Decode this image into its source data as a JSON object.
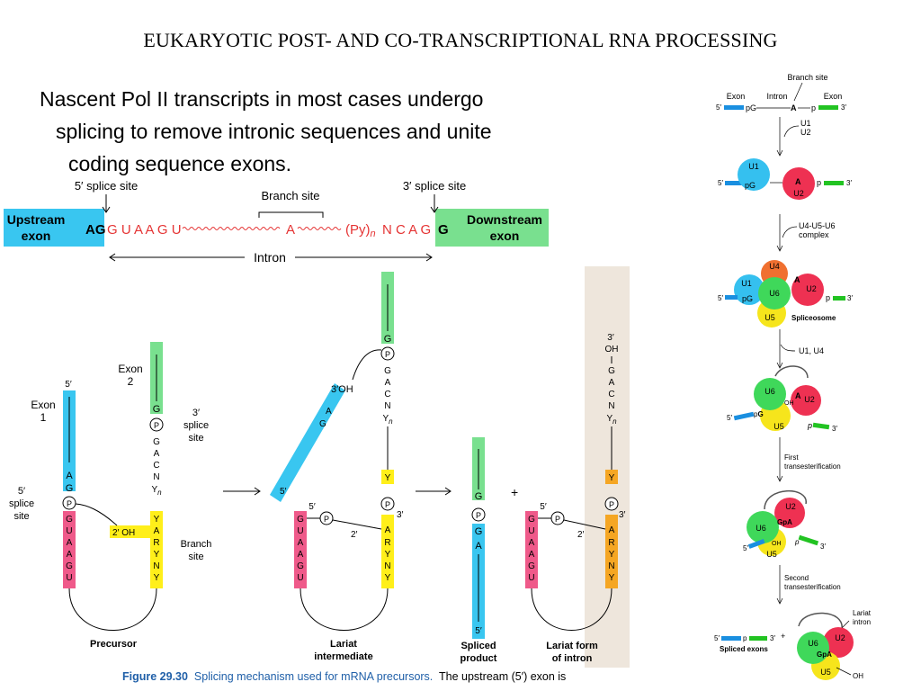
{
  "title": "EUKARYOTIC POST- AND CO-TRANSCRIPTIONAL RNA PROCESSING",
  "intro": {
    "line1": "Nascent Pol II transcripts in most cases undergo",
    "line2": "splicing to remove intronic sequences and unite",
    "line3": "coding sequence exons."
  },
  "consensus": {
    "five_prime_splice_site": "5′ splice site",
    "three_prime_splice_site": "3′ splice site",
    "branch_site": "Branch site",
    "upstream_exon_l1": "Upstream",
    "upstream_exon_l2": "exon",
    "downstream_exon_l1": "Downstream",
    "downstream_exon_l2": "exon",
    "ag": "AG",
    "guaagu": "G U A A G U",
    "branch_a": "A",
    "py": "(Py)",
    "py_n": "n",
    "ncag": "N C A G",
    "g": "G",
    "intron": "Intron"
  },
  "figure": {
    "exon1_l1": "Exon",
    "exon1_l2": "1",
    "exon2_l1": "Exon",
    "exon2_l2": "2",
    "splice5_l1": "5′",
    "splice5_l2": "splice",
    "splice5_l3": "site",
    "splice3_l1": "3′",
    "splice3_l2": "splice",
    "splice3_l3": "site",
    "branch_l1": "Branch",
    "branch_l2": "site",
    "oh_2": "2′ OH",
    "oh_3": "3′OH",
    "oh_3b": "3′",
    "oh_3c": "OH",
    "p": "P",
    "prime3": "3′",
    "prime5": "5′",
    "prime2": "2′",
    "plus": "+",
    "precursor": "Precursor",
    "lariat_l1": "Lariat",
    "lariat_l2": "intermediate",
    "spliced_l1": "Spliced",
    "spliced_l2": "product",
    "lariat_form_l1": "Lariat form",
    "lariat_form_l2": "of intron",
    "caption_fig": "Figure 29.30",
    "caption_desc": "Splicing mechanism used for mRNA precursors.",
    "caption_rest": "The upstream (5′) exon is"
  },
  "spliceosome": {
    "branch_site": "Branch site",
    "exon_left": "Exon",
    "intron": "Intron",
    "exon_right": "Exon",
    "five": "5′",
    "three": "3′",
    "pg": "pG",
    "a": "A",
    "p": "p",
    "u1_u2": "U1\nU2",
    "u1": "U1",
    "u2": "U2",
    "u4": "U4",
    "u5": "U5",
    "u6": "U6",
    "u4u5u6_l1": "U4-U5-U6",
    "u4u5u6_l2": "complex",
    "spliceosome": "Spliceosome",
    "u1u4": "U1, U4",
    "oh": "OH",
    "g": "G",
    "gp": "Gp",
    "gpa": "GpA",
    "first_l1": "First",
    "first_l2": "transesterification",
    "second_l1": "Second",
    "second_l2": "transesterification",
    "lariat_l1": "Lariat",
    "lariat_l2": "intron",
    "spliced_exons": "Spliced exons",
    "plus": "+"
  },
  "colors": {
    "exon_blue": "#39c6f0",
    "exon_green": "#79e08f",
    "red_rna": "#e53434",
    "pink": "#ef5a8a",
    "yellow": "#ffef1a",
    "orange": "#f5a623",
    "u1": "#35c0ef",
    "u2": "#ee3152",
    "u4": "#f07030",
    "u5": "#f6e51c",
    "u6": "#3fd85a",
    "caption_blue": "#1f5fa8"
  }
}
